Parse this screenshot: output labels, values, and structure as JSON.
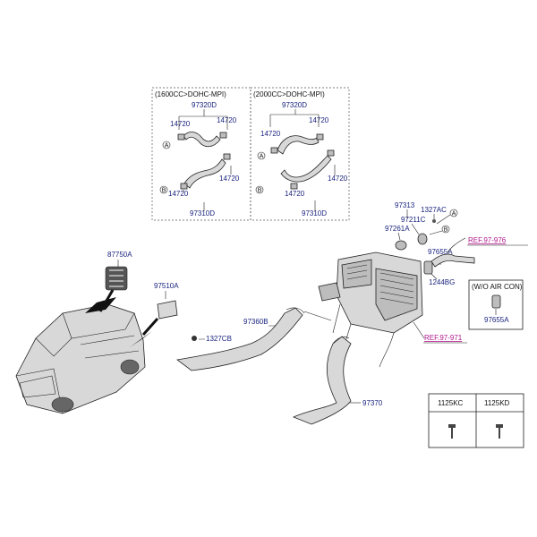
{
  "groups": {
    "left_header": "(1600CC>DOHC-MPI)",
    "right_header": "(2000CC>DOHC-MPI)",
    "wo_aircon_header": "(W/O AIR CON)"
  },
  "labels": {
    "l_97320D": "97320D",
    "l_14720_a": "14720",
    "l_14720_b": "14720",
    "l_14720_c": "14720",
    "l_14720_d": "14720",
    "l_97310D": "97310D",
    "r_97320D": "97320D",
    "r_14720_a": "14720",
    "r_14720_b": "14720",
    "r_14720_c": "14720",
    "r_14720_d": "14720",
    "r_97310D": "97310D",
    "p_97313": "97313",
    "p_1327AC": "1327AC",
    "p_97211C": "97211C",
    "p_97261A": "97261A",
    "p_97655A": "97655A",
    "p_1244BG": "1244BG",
    "p_87750A": "87750A",
    "p_97510A": "97510A",
    "p_97360B": "97360B",
    "p_1327CB": "1327CB",
    "p_97370": "97370",
    "p_97655A_wo": "97655A",
    "p_1125KC": "1125KC",
    "p_1125KD": "1125KD"
  },
  "refs": {
    "ref_976": "REF.97-976",
    "ref_971": "REF.97-971"
  },
  "callouts": {
    "A": "A",
    "B": "B"
  }
}
